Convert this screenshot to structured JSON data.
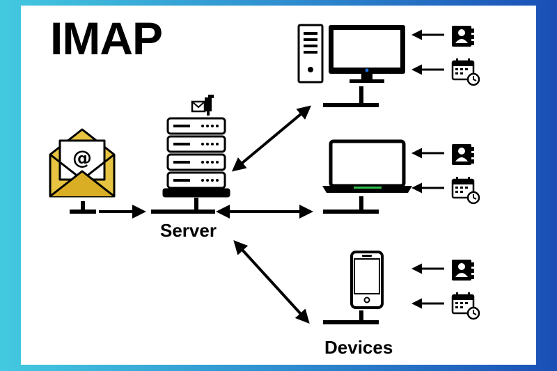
{
  "title": "IMAP",
  "labels": {
    "server": "Server",
    "devices": "Devices"
  },
  "icons": {
    "envelope": "email-envelope-icon",
    "mailbox": "mailbox-icon",
    "server": "server-rack-icon",
    "desktop": "desktop-computer-icon",
    "laptop": "laptop-icon",
    "phone": "smartphone-icon",
    "contacts": "contact-book-icon",
    "calendar": "calendar-clock-icon"
  },
  "colors": {
    "frame_left": "#43c9e0",
    "frame_right": "#1a4fb6",
    "envelope_fill": "#e6c341",
    "envelope_shade": "#d9ae24",
    "power_led": "#1c6fe0",
    "laptop_led": "#2fbf4f"
  }
}
